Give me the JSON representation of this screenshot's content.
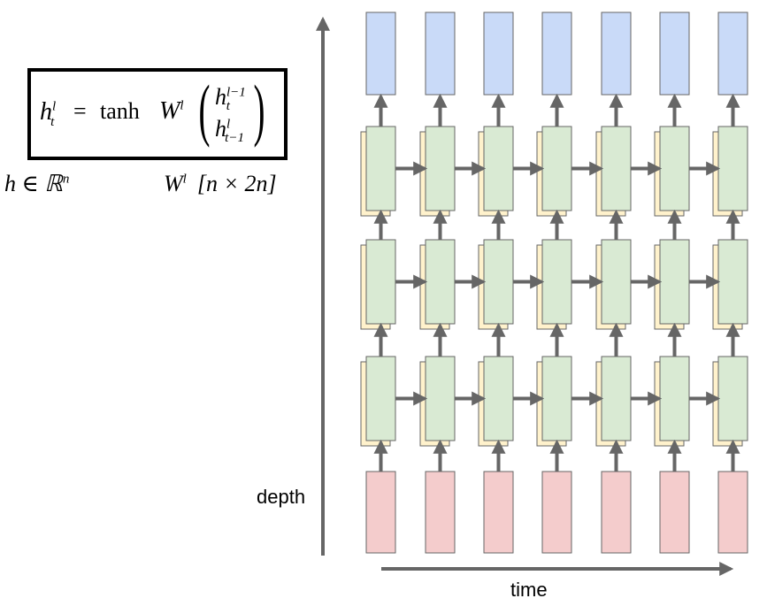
{
  "formula": {
    "lhs_base": "h",
    "lhs_sup": "l",
    "lhs_sub": "t",
    "equals": "=",
    "func": "tanh",
    "weight_base": "W",
    "weight_sup": "l",
    "vec_top_base": "h",
    "vec_top_sup": "l−1",
    "vec_top_sub": "t",
    "vec_bottom_base": "h",
    "vec_bottom_sup": "l",
    "vec_bottom_sub": "t−1",
    "paren_left": "(",
    "paren_right": ")"
  },
  "notes": {
    "h_space": "h ∈ ℝ",
    "h_space_sup": "n",
    "weight_base": "W",
    "weight_sup": "l",
    "weight_dims": "[n × 2n]"
  },
  "axes": {
    "vertical_label": "depth",
    "horizontal_label": "time"
  },
  "grid": {
    "columns": 7,
    "hidden_layers": 3
  },
  "colors": {
    "output": "#c9daf8",
    "hidden": "#d9ead3",
    "hidden_shadow": "#fff2cc",
    "input": "#f4cccc",
    "border": "#666666",
    "arrow": "#666666"
  }
}
